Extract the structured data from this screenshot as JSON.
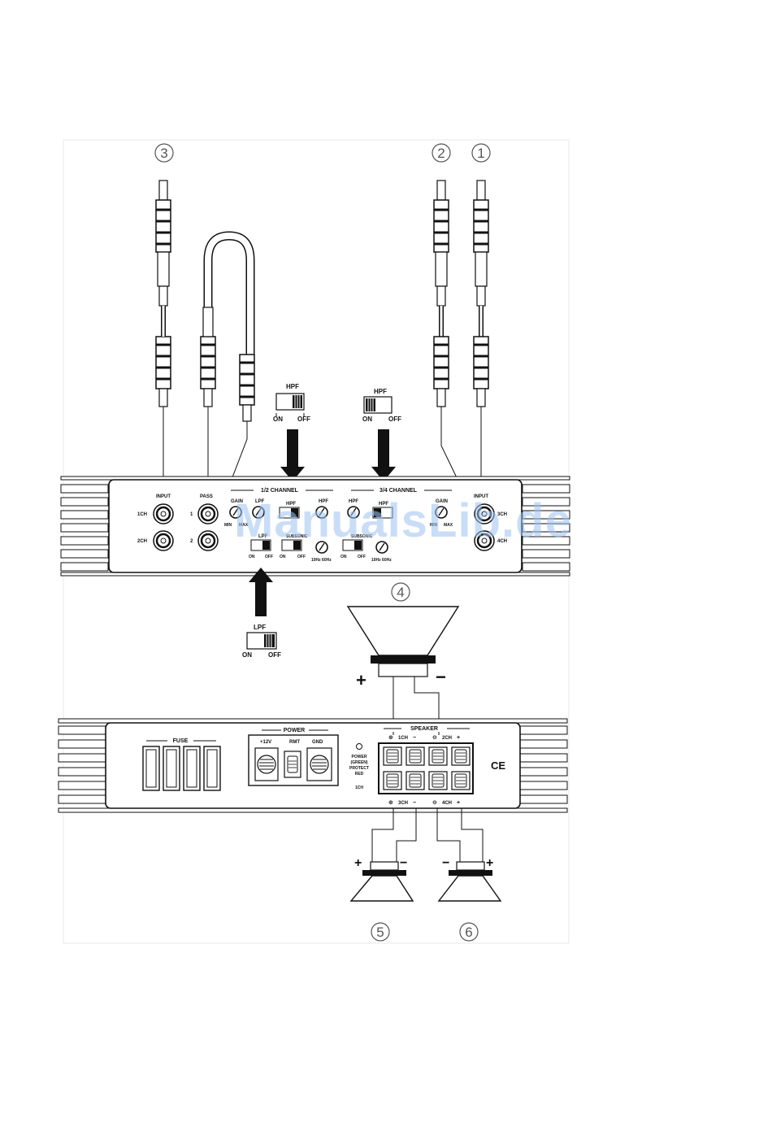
{
  "markers": {
    "m1": "1",
    "m2": "2",
    "m3": "3",
    "m4": "4",
    "m5": "5",
    "m6": "6"
  },
  "callout_hpf_left": {
    "title": "HPF",
    "on": "ON",
    "off": "OFF"
  },
  "callout_hpf_right": {
    "title": "HPF",
    "on": "ON",
    "off": "OFF"
  },
  "callout_lpf": {
    "title": "LPF",
    "on": "ON",
    "off": "OFF"
  },
  "top_panel": {
    "section_12": "1/2 CHANNEL",
    "section_34": "3/4 CHANNEL",
    "input_left": "INPUT",
    "input_right": "INPUT",
    "pass": "PASS",
    "ch1": "1CH",
    "ch2": "2CH",
    "ch3": "3CH",
    "ch4": "4CH",
    "pass1": "1",
    "pass2": "2",
    "gain": "GAIN",
    "gain_right": "GAIN",
    "gain_min": "MIN",
    "gain_max": "MAX",
    "gain_min_r": "MIN",
    "gain_max_r": "MAX",
    "lpf": "LPF",
    "hpf_a": "HPF",
    "hpf_b": "HPF",
    "hpf_c": "HPF",
    "hpf_d": "HPF",
    "lpf_small": "LPF",
    "subsonic_left": "SUBSONIC",
    "subsonic_right": "SUBSONIC",
    "sw_on_1": "ON",
    "sw_off_1": "OFF",
    "sw_on_2": "ON",
    "sw_off_2": "OFF",
    "sw_on_3": "ON",
    "sw_off_3": "OFF",
    "freq_1": "10Hz 60Hz",
    "freq_2": "10Hz 60Hz"
  },
  "bottom_panel": {
    "fuse": "FUSE",
    "power": "POWER",
    "plus12": "+12V",
    "rmt": "RMT",
    "gnd": "GND",
    "power_led": "POWER",
    "green": "(GREEN)",
    "protect": "PROTECT",
    "red": "RED",
    "ch_label": "1CH",
    "speaker": "SPEAKER",
    "sp_1ch": "1CH",
    "sp_2ch": "2CH",
    "sp_3ch": "3CH",
    "sp_4ch": "4CH",
    "ce": "CE"
  },
  "polarity": {
    "top_plus": "+",
    "top_minus": "−",
    "s5_plus": "+",
    "s5_minus": "−",
    "s6_minus": "−",
    "s6_plus": "+",
    "t_1ch_minus": "−",
    "t_2ch_plus": "+",
    "t_3ch_minus": "−",
    "t_4ch_plus": "+"
  },
  "watermark": "ManualsLib.de"
}
